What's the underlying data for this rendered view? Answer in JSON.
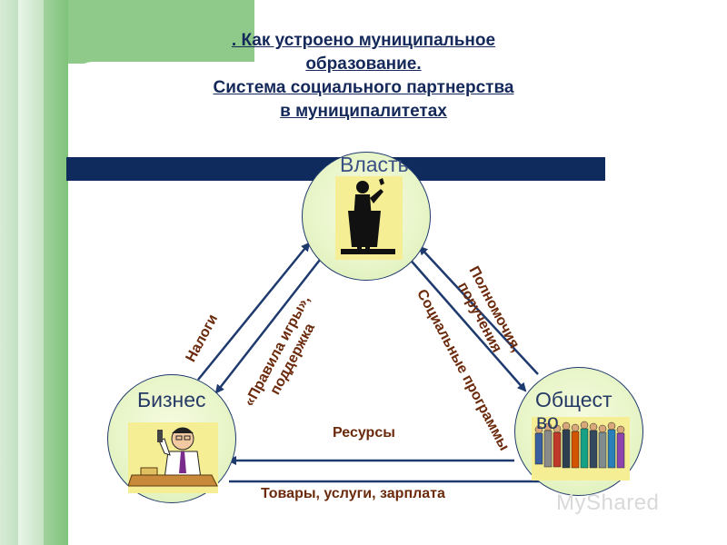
{
  "title": {
    "line1": ". Как устроено муниципальное",
    "line2": "образование.",
    "line3": "Система социального партнерства",
    "line4": "в муниципалитетах"
  },
  "nodes": {
    "government": "Власть",
    "business": "Бизнес",
    "society_line1": "Общест",
    "society_line2": "во"
  },
  "edges": {
    "taxes": "Налоги",
    "rules_line1": "«Правила игры»,",
    "rules_line2": "поддержка",
    "powers_line1": "Полномочия,",
    "powers_line2": "поручения",
    "social_programs": "Социальные программы",
    "resources": "Ресурсы",
    "goods": "Товары, услуги, зарплата"
  },
  "watermark": "MyShared",
  "colors": {
    "title": "#14285a",
    "edge_text": "#6b2a0c",
    "bar": "#0f2a5c",
    "circle_fill": "#e8f5c8",
    "picture_bg": "#f5ee94",
    "accent_green": "#8fca8a"
  },
  "icons": [
    "speaker-at-podium-icon",
    "businessman-at-desk-icon",
    "crowd-of-people-icon"
  ]
}
